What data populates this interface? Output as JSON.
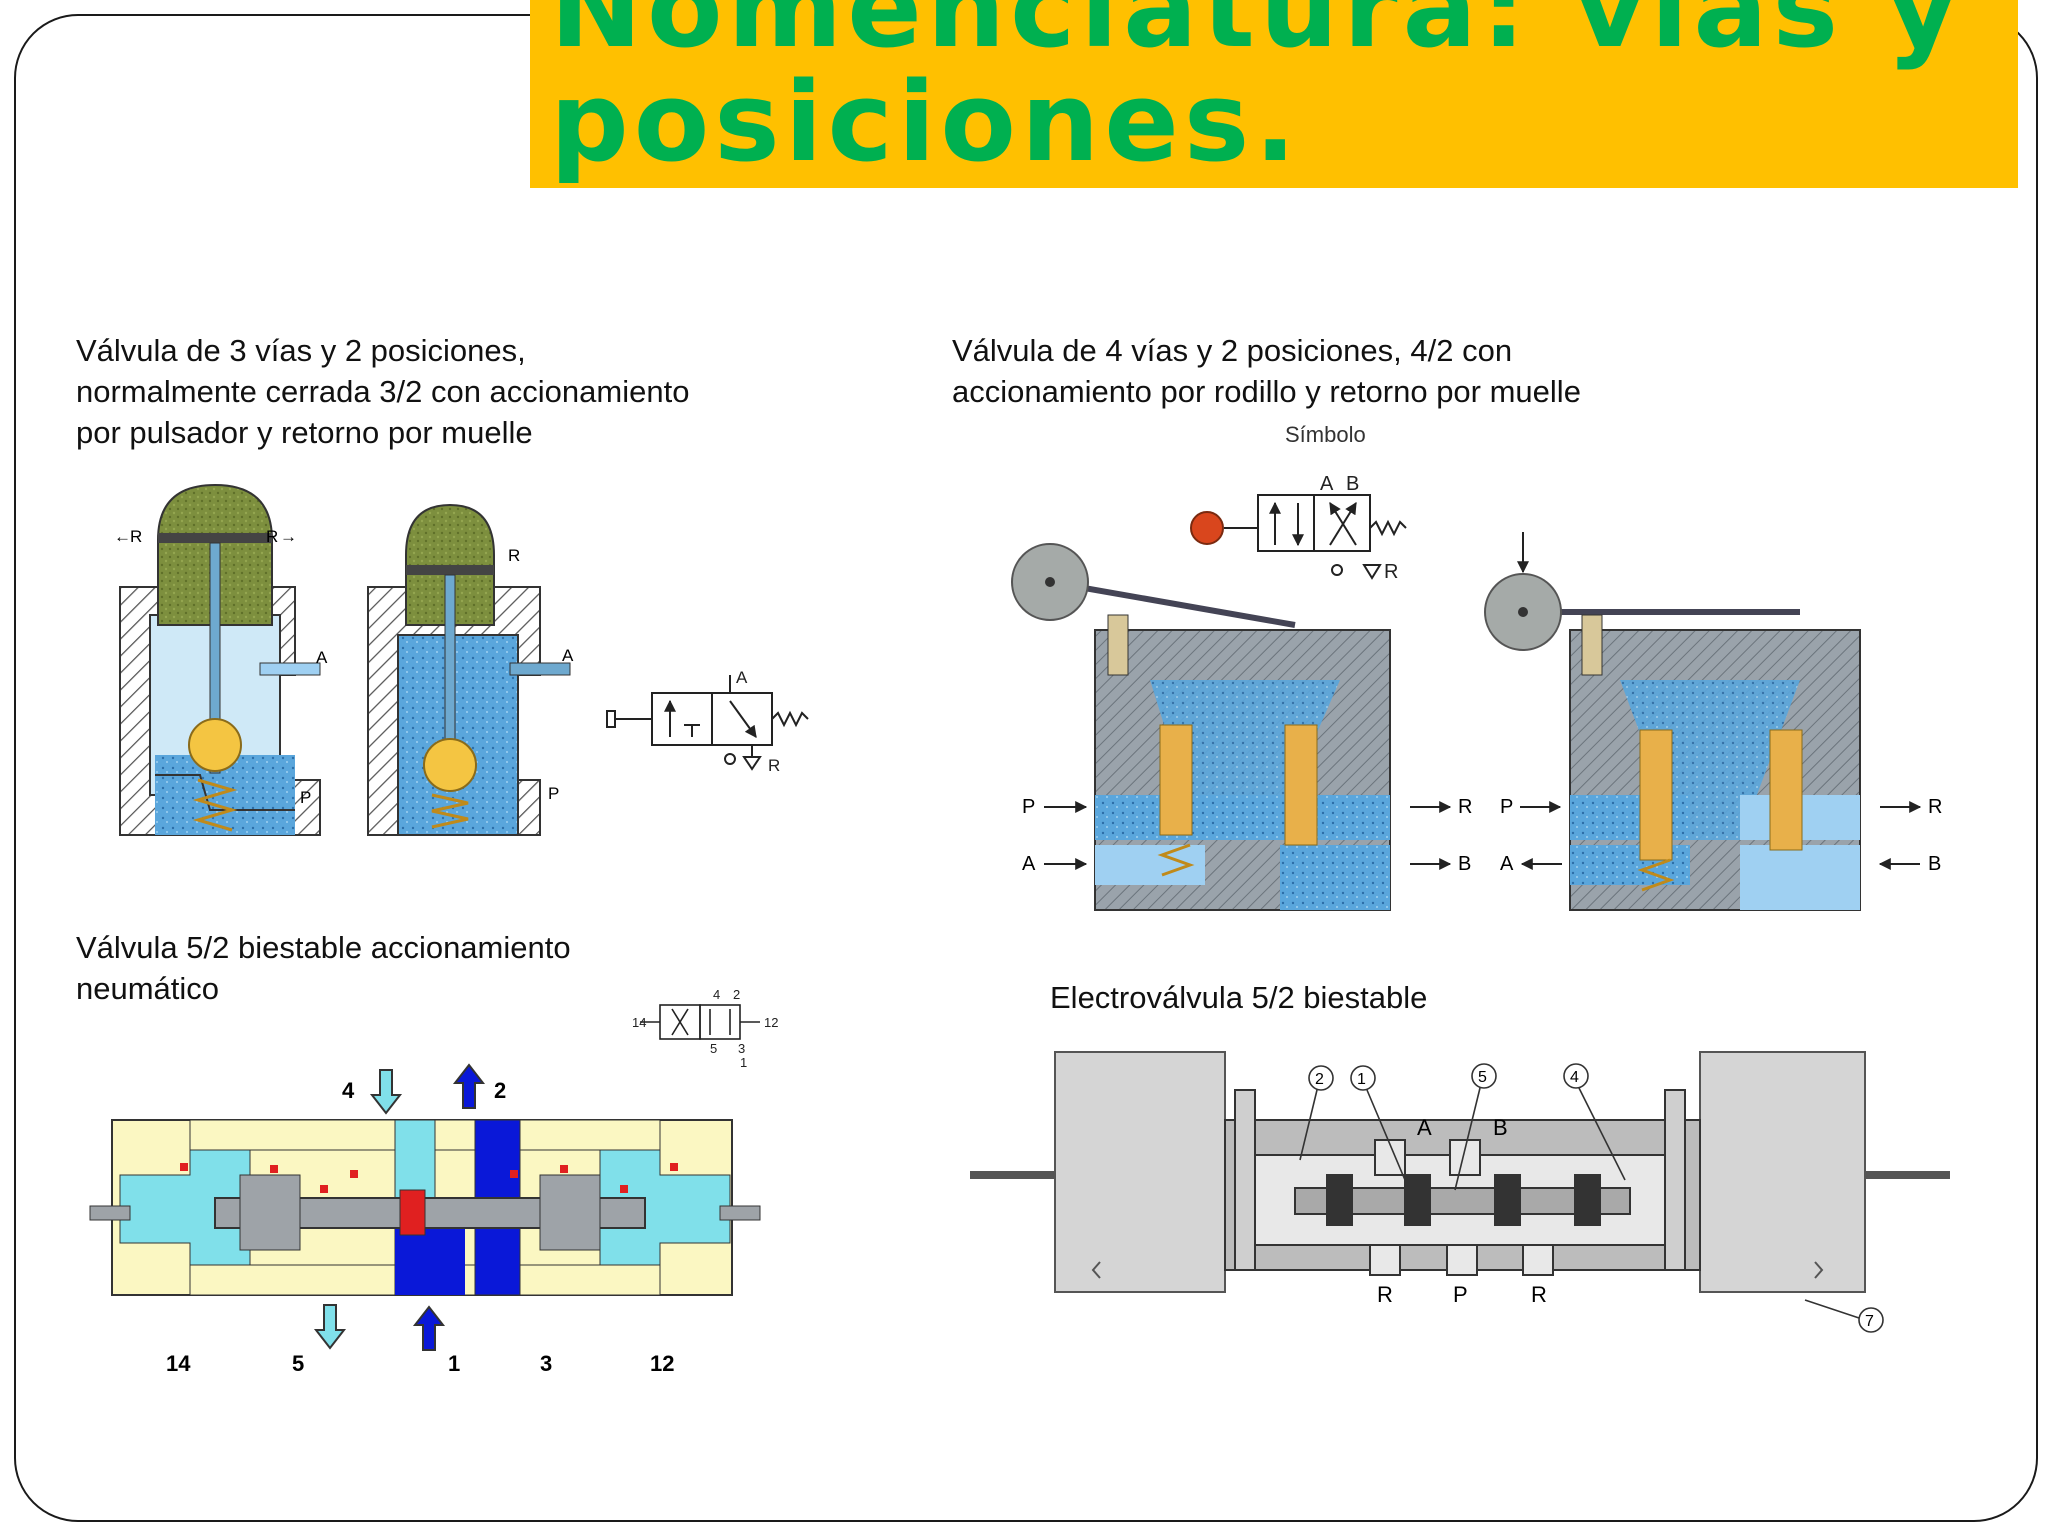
{
  "slide": {
    "title_line1": "Nomenclatura: vías y",
    "title_line2": "posiciones."
  },
  "colors": {
    "title_bg": "#ffc000",
    "title_text": "#00b050",
    "fluid_light": "#80d4f0",
    "fluid_dark": "#0000d8"
  },
  "fig1": {
    "caption": "Válvula de 3 vías y 2 posiciones,\nnormalmente cerrada 3/2 con accionamiento\npor pulsador y retorno por muelle",
    "port_r": "R",
    "port_a": "A",
    "port_p": "P"
  },
  "fig2": {
    "caption": "Válvula de 4 vías y 2 posiciones, 4/2 con\naccionamiento por rodillo y retorno por muelle",
    "symbol_label": "Símbolo",
    "port_a": "A",
    "port_b": "B",
    "port_p": "P",
    "port_r": "R"
  },
  "fig3": {
    "caption": "Válvula 5/2 biestable accionamiento\nneumático",
    "port_labels": {
      "p4": "4",
      "p2": "2",
      "p14": "14",
      "p5": "5",
      "p1": "1",
      "p3": "3",
      "p12": "12"
    }
  },
  "fig4": {
    "caption": "Electroválvula 5/2 biestable",
    "callouts": [
      "2",
      "1",
      "5",
      "4",
      "7"
    ],
    "port_a": "A",
    "port_b": "B",
    "port_r": "R",
    "port_p": "P"
  }
}
